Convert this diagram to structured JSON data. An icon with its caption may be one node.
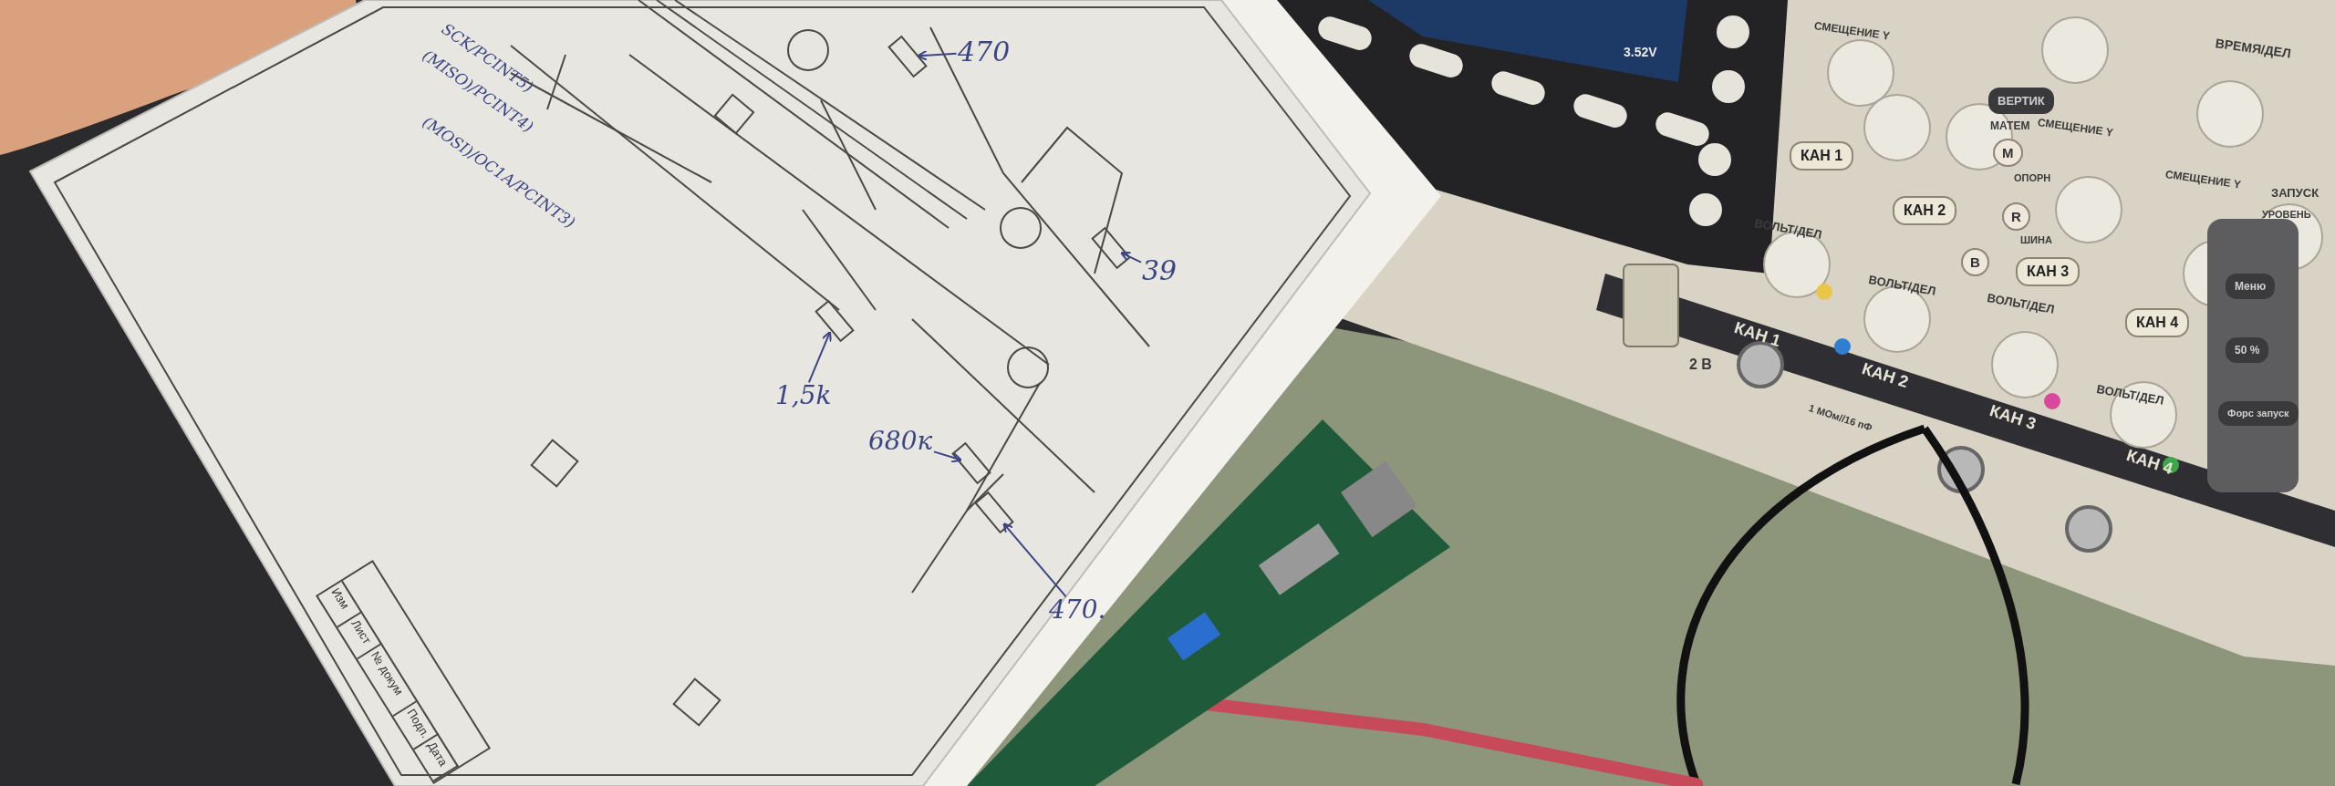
{
  "diagram": {
    "nodes": [
      {
        "text": [
          "470"
        ]
      },
      {
        "text": [],
        "shape": "box"
      },
      {
        "text": [
          "39"
        ]
      },
      {
        "text": [],
        "shape": "box"
      },
      {
        "text": [
          "1,5k"
        ]
      },
      {
        "text": [],
        "shape": "box"
      },
      {
        "text": [
          "680к"
        ]
      },
      {
        "text": [],
        "shape": "box"
      },
      {
        "text": [
          "470."
        ]
      },
      {
        "text": [],
        "shape": "box"
      }
    ],
    "edges": [
      {
        "from": 0,
        "to": 1,
        "arrow": "to"
      },
      {
        "from": 2,
        "to": 3,
        "arrow": "to"
      },
      {
        "from": 4,
        "to": 5,
        "arrow": "to"
      },
      {
        "from": 6,
        "to": 7,
        "arrow": "to"
      },
      {
        "from": 8,
        "to": 9,
        "arrow": "to"
      }
    ],
    "labels": [
      "SCK/PCINT5)",
      "(MISO)/PCINT4)",
      "(MOSI)/OC1A/PCINT3)",
      "Изм",
      "Лист",
      "№ докум",
      "Подп.",
      "Дата",
      "3.52V",
      "СМЕЩЕНИЕ Y",
      "ВЕРТИК",
      "СМЕЩЕНИЕ Y",
      "ВРЕМЯ/ДЕЛ",
      "КАН 1",
      "МАТЕМ",
      "M",
      "ВОЛЬТ/ДЕЛ",
      "КАН 2",
      "ОПОРН",
      "R",
      "ШИНА",
      "B",
      "СМЕЩЕНИЕ Y",
      "КАН 3",
      "ЗАПУСК",
      "УРОВЕНЬ",
      "ВОЛЬТ/ДЕЛ",
      "ВОЛЬТ/ДЕЛ",
      "КАН 4",
      "ВОЛЬТ/ДЕЛ",
      "Меню",
      "50 %",
      "Форс запуск",
      "2 В",
      "КАН 1",
      "КАН 2",
      "1 МОм//16 пФ",
      "КАН 3",
      "КАН 4"
    ]
  }
}
